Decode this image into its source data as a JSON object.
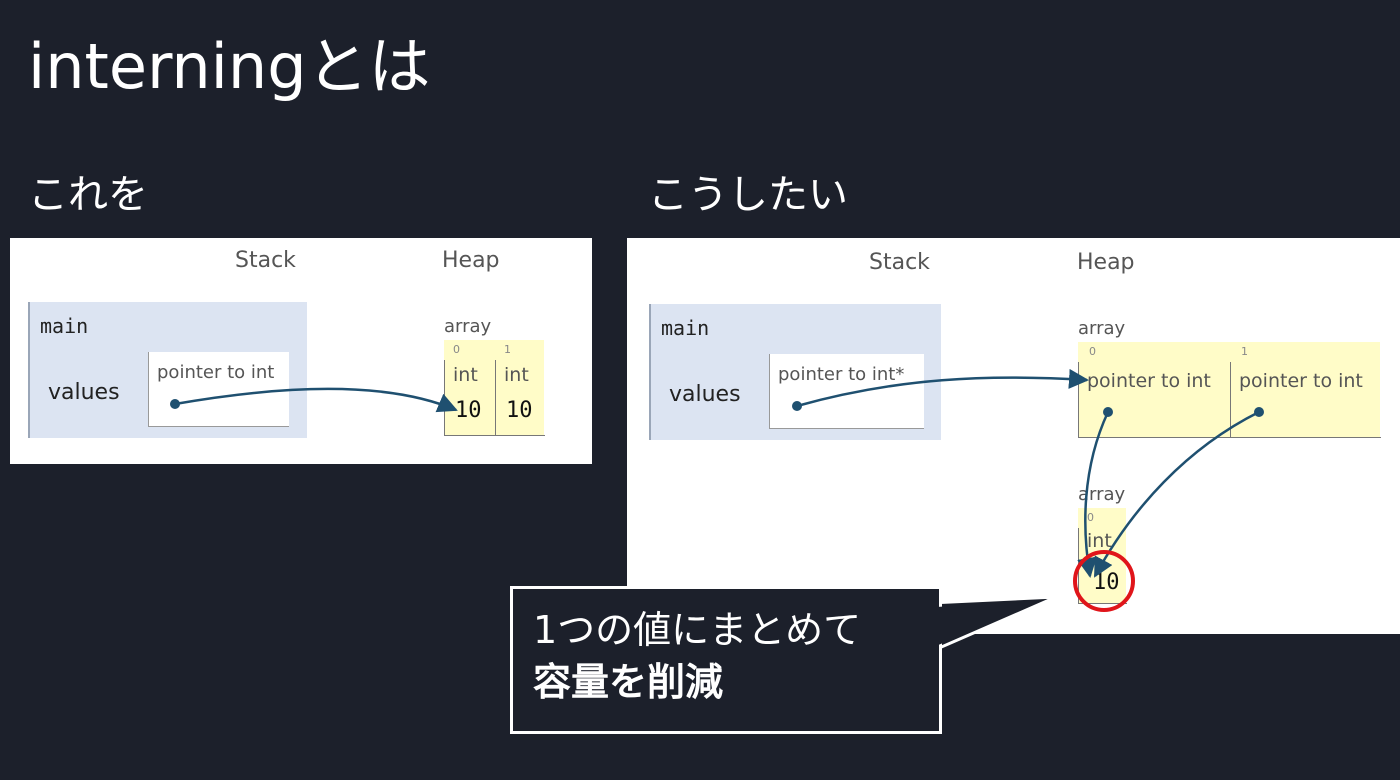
{
  "title": "interningとは",
  "left_heading": "これを",
  "right_heading": "こうしたい",
  "left_diagram": {
    "stack_label": "Stack",
    "heap_label": "Heap",
    "frame_name": "main",
    "variable": "values",
    "pointer_label": "pointer to int",
    "array_label": "array",
    "cells": [
      {
        "index": "0",
        "type": "int",
        "value": "10"
      },
      {
        "index": "1",
        "type": "int",
        "value": "10"
      }
    ]
  },
  "right_diagram": {
    "stack_label": "Stack",
    "heap_label": "Heap",
    "frame_name": "main",
    "variable": "values",
    "pointer_label": "pointer to int*",
    "outer_array_label": "array",
    "outer_cells": [
      {
        "index": "0",
        "type": "pointer to int"
      },
      {
        "index": "1",
        "type": "pointer to int"
      }
    ],
    "inner_array_label": "array",
    "inner_cell": {
      "index": "0",
      "type": "int",
      "value": "10"
    }
  },
  "callout": {
    "line1": "1つの値にまとめて",
    "line2": "容量を削減"
  },
  "colors": {
    "background": "#1c202b",
    "arrow": "#1f5070",
    "highlight_circle": "#e0151a",
    "stack_frame": "#dce4f2",
    "heap_cell": "#fffcc8"
  }
}
